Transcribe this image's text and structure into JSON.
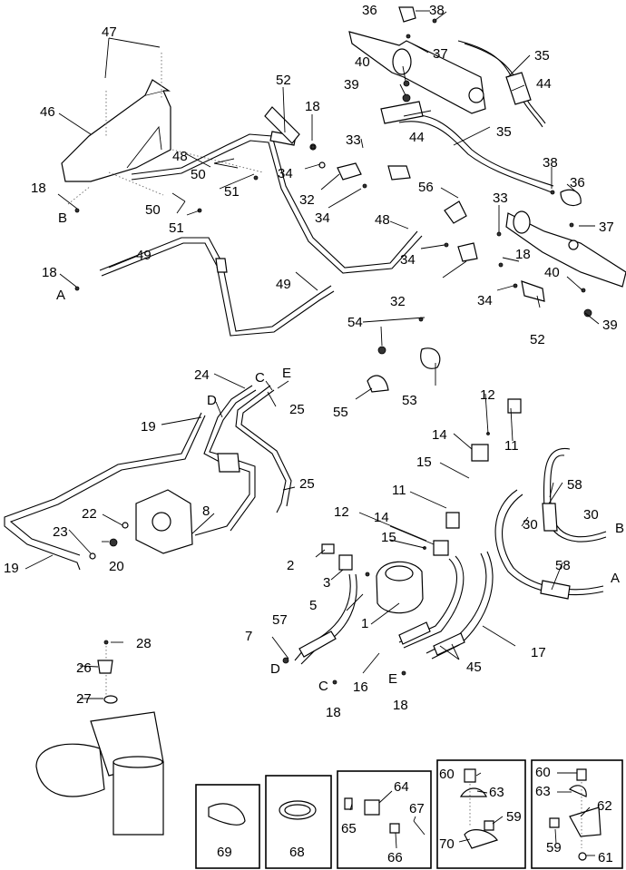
{
  "callouts": [
    {
      "text": "47"
    },
    {
      "text": "46"
    },
    {
      "text": "18"
    },
    {
      "text": "B"
    },
    {
      "text": "48"
    },
    {
      "text": "50"
    },
    {
      "text": "51"
    },
    {
      "text": "50"
    },
    {
      "text": "51"
    },
    {
      "text": "52"
    },
    {
      "text": "18"
    },
    {
      "text": "33"
    },
    {
      "text": "34"
    },
    {
      "text": "32"
    },
    {
      "text": "34"
    },
    {
      "text": "56"
    },
    {
      "text": "48"
    },
    {
      "text": "34"
    },
    {
      "text": "36"
    },
    {
      "text": "38"
    },
    {
      "text": "37"
    },
    {
      "text": "40"
    },
    {
      "text": "39"
    },
    {
      "text": "44"
    },
    {
      "text": "35"
    },
    {
      "text": "44"
    },
    {
      "text": "35"
    },
    {
      "text": "38"
    },
    {
      "text": "36"
    },
    {
      "text": "33"
    },
    {
      "text": "37"
    },
    {
      "text": "18"
    },
    {
      "text": "40"
    },
    {
      "text": "34"
    },
    {
      "text": "52"
    },
    {
      "text": "39"
    },
    {
      "text": "18"
    },
    {
      "text": "A"
    },
    {
      "text": "49"
    },
    {
      "text": "49"
    },
    {
      "text": "32"
    },
    {
      "text": "54"
    },
    {
      "text": "55"
    },
    {
      "text": "53"
    },
    {
      "text": "24"
    },
    {
      "text": "C"
    },
    {
      "text": "E"
    },
    {
      "text": "D"
    },
    {
      "text": "25"
    },
    {
      "text": "19"
    },
    {
      "text": "25"
    },
    {
      "text": "8"
    },
    {
      "text": "22"
    },
    {
      "text": "23"
    },
    {
      "text": "20"
    },
    {
      "text": "19"
    },
    {
      "text": "12"
    },
    {
      "text": "11"
    },
    {
      "text": "14"
    },
    {
      "text": "15"
    },
    {
      "text": "11"
    },
    {
      "text": "58"
    },
    {
      "text": "30"
    },
    {
      "text": "30"
    },
    {
      "text": "B"
    },
    {
      "text": "12"
    },
    {
      "text": "14"
    },
    {
      "text": "15"
    },
    {
      "text": "58"
    },
    {
      "text": "A"
    },
    {
      "text": "2"
    },
    {
      "text": "3"
    },
    {
      "text": "5"
    },
    {
      "text": "1"
    },
    {
      "text": "57"
    },
    {
      "text": "7"
    },
    {
      "text": "D"
    },
    {
      "text": "C"
    },
    {
      "text": "16"
    },
    {
      "text": "18"
    },
    {
      "text": "E"
    },
    {
      "text": "18"
    },
    {
      "text": "45"
    },
    {
      "text": "17"
    },
    {
      "text": "28"
    },
    {
      "text": "26"
    },
    {
      "text": "27"
    },
    {
      "text": "69"
    },
    {
      "text": "68"
    },
    {
      "text": "64"
    },
    {
      "text": "65"
    },
    {
      "text": "67"
    },
    {
      "text": "66"
    },
    {
      "text": "60"
    },
    {
      "text": "63"
    },
    {
      "text": "59"
    },
    {
      "text": "70"
    },
    {
      "text": "60"
    },
    {
      "text": "63"
    },
    {
      "text": "62"
    },
    {
      "text": "59"
    },
    {
      "text": "61"
    }
  ]
}
